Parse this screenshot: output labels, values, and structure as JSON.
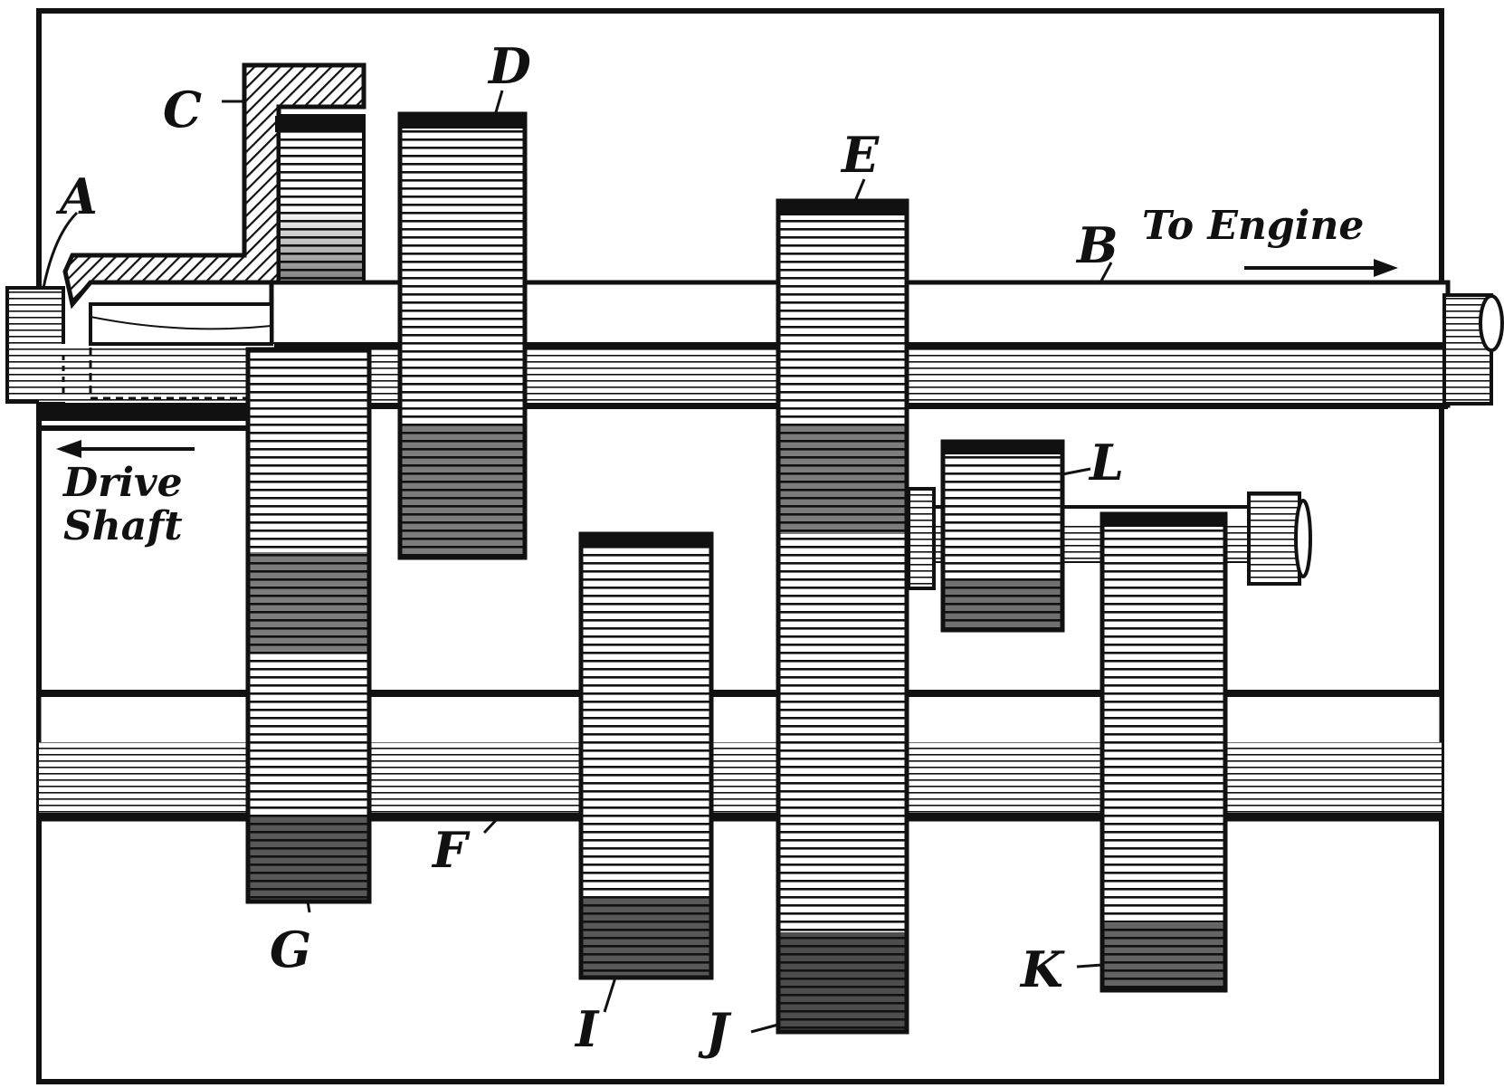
{
  "colors": {
    "ink": "#111111",
    "paper": "#ffffff",
    "shade": "#2a2a2a"
  },
  "labels": {
    "a": "A",
    "b": "B",
    "c": "C",
    "d": "D",
    "e": "E",
    "f": "F",
    "g": "G",
    "i": "I",
    "j": "J",
    "k": "K",
    "l": "L",
    "to_engine": "To Engine",
    "drive_line1": "Drive",
    "drive_line2": "Shaft"
  }
}
